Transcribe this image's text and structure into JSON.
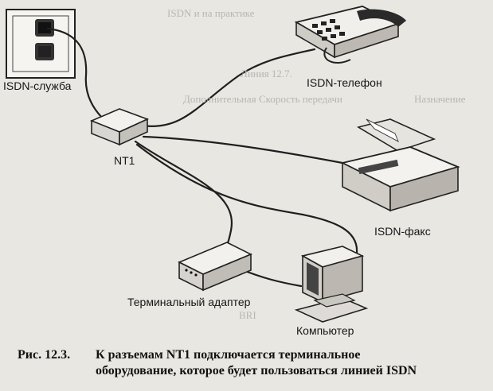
{
  "labels": {
    "isdn_service": "ISDN-служба",
    "isdn_phone": "ISDN-телефон",
    "nt1": "NT1",
    "isdn_fax": "ISDN-факс",
    "terminal_adapter": "Терминальный адаптер",
    "computer": "Компьютер"
  },
  "caption": {
    "number": "Рис. 12.3.",
    "line1": "К разъемам NT1 подключается терминальное",
    "line2": "оборудование, которое будет пользоваться линией ISDN"
  },
  "bleed_through": [
    "Скорость передачи",
    "Линия 12.7. ",
    "Дополнительная",
    "Назначение",
    "BRI",
    "ISDN и на практике"
  ],
  "colors": {
    "background": "#e9e7e2",
    "ink": "#1a1a1a",
    "faint": "#b9b6b0"
  }
}
